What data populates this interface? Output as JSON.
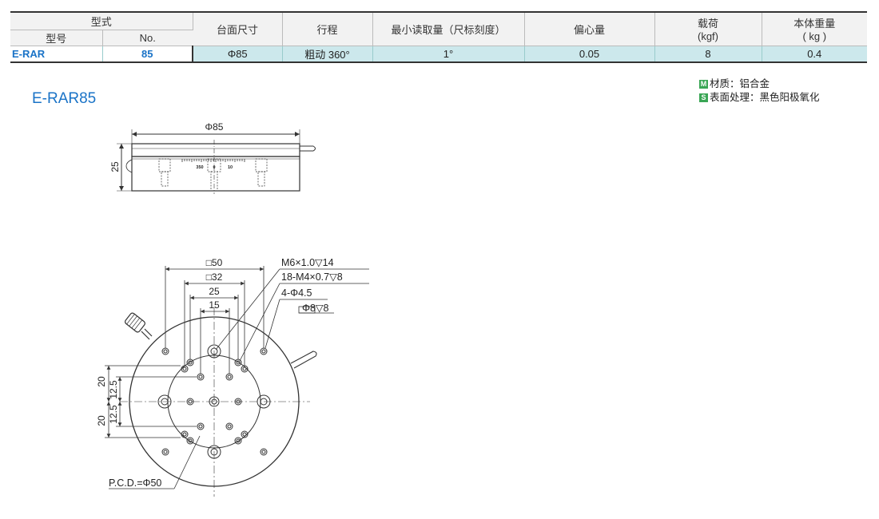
{
  "table": {
    "header": {
      "form": "型式",
      "model": "型号",
      "no": "No.",
      "table_size": "台面尺寸",
      "stroke": "行程",
      "min_reading": "最小读取量（尺标刻度）",
      "eccentricity": "偏心量",
      "load_line1": "载荷",
      "load_line2": "(kgf)",
      "weight_line1": "本体重量",
      "weight_line2": "( kg )"
    },
    "row": {
      "model": "E-RAR",
      "no": "85",
      "table_size": "Φ85",
      "stroke": "粗动  360°",
      "min_reading": "1°",
      "eccentricity": "0.05",
      "load": "8",
      "weight": "0.4"
    }
  },
  "product_title": "E-RAR85",
  "notes": {
    "material_badge": "M",
    "material": "材质：铝合金",
    "surface_badge": "S",
    "surface": "表面处理：黑色阳极氧化"
  },
  "side_view": {
    "dim_diameter": "Φ85",
    "dim_height": "25",
    "scale_left": "350",
    "scale_mid": "0",
    "scale_right": "10"
  },
  "top_view": {
    "dim_50": "□50",
    "dim_32": "□32",
    "dim_25": "25",
    "dim_15": "15",
    "callout_m6": "M6×1.0▽14",
    "callout_m4": "18-M4×0.7▽8",
    "callout_hole": "4-Φ4.5",
    "callout_cbore": "Φ8▽8",
    "dim_20_top": "20",
    "dim_12_5_top": "12.5",
    "dim_20_bottom": "20",
    "dim_12_5_bottom": "12.5",
    "pcd": "P.C.D.=Φ50"
  }
}
